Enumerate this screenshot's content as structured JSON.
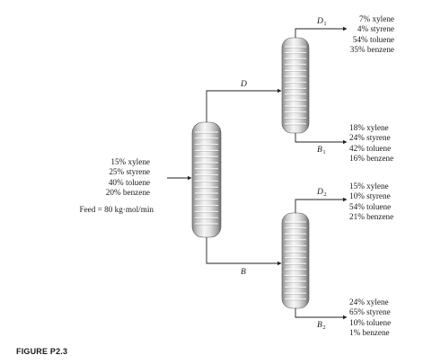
{
  "feed": {
    "composition": [
      "15% xylene",
      "25% styrene",
      "40% toluene",
      "20% benzene"
    ],
    "rate": "Feed = 80 kg·mol/min"
  },
  "streams": {
    "D": {
      "letter": "D",
      "sub": ""
    },
    "B": {
      "letter": "B",
      "sub": ""
    },
    "D1": {
      "letter": "D",
      "sub": "1"
    },
    "B1": {
      "letter": "B",
      "sub": "1"
    },
    "D2": {
      "letter": "D",
      "sub": "2"
    },
    "B2": {
      "letter": "B",
      "sub": "2"
    }
  },
  "products": {
    "D1": [
      "7% xylene",
      "4% styrene",
      "54% toluene",
      "35% benzene"
    ],
    "B1": [
      "18% xylene",
      "24% styrene",
      "42% toluene",
      "16% benzene"
    ],
    "D2": [
      "15% xylene",
      "10% styrene",
      "54% toluene",
      "21% benzene"
    ],
    "B2": [
      "24% xylene",
      "65% styrene",
      "10% toluene",
      "1% benzene"
    ]
  },
  "caption": "FIGURE P2.3",
  "colors": {
    "line": "#222222",
    "column_light": "#f4f4f4",
    "column_dark": "#7d7d7d",
    "tray": "#ffffff"
  }
}
